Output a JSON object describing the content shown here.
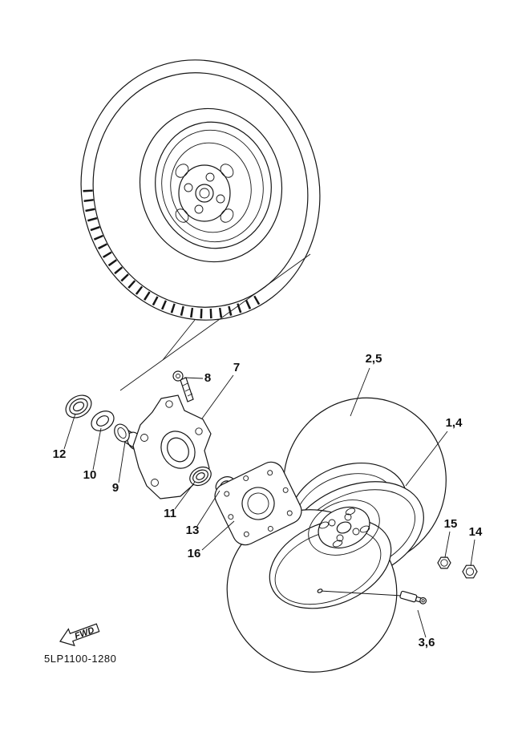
{
  "diagram": {
    "part_code": "5LP1100-1280",
    "fwd_label": "FWD",
    "callouts": {
      "item_7": "7",
      "item_8": "8",
      "item_9": "9",
      "item_10": "10",
      "item_11": "11",
      "item_12": "12",
      "item_13": "13",
      "item_14": "14",
      "item_15": "15",
      "item_16": "16",
      "item_1_4": "1,4",
      "item_2_5": "2,5",
      "item_3_6": "3,6"
    }
  }
}
